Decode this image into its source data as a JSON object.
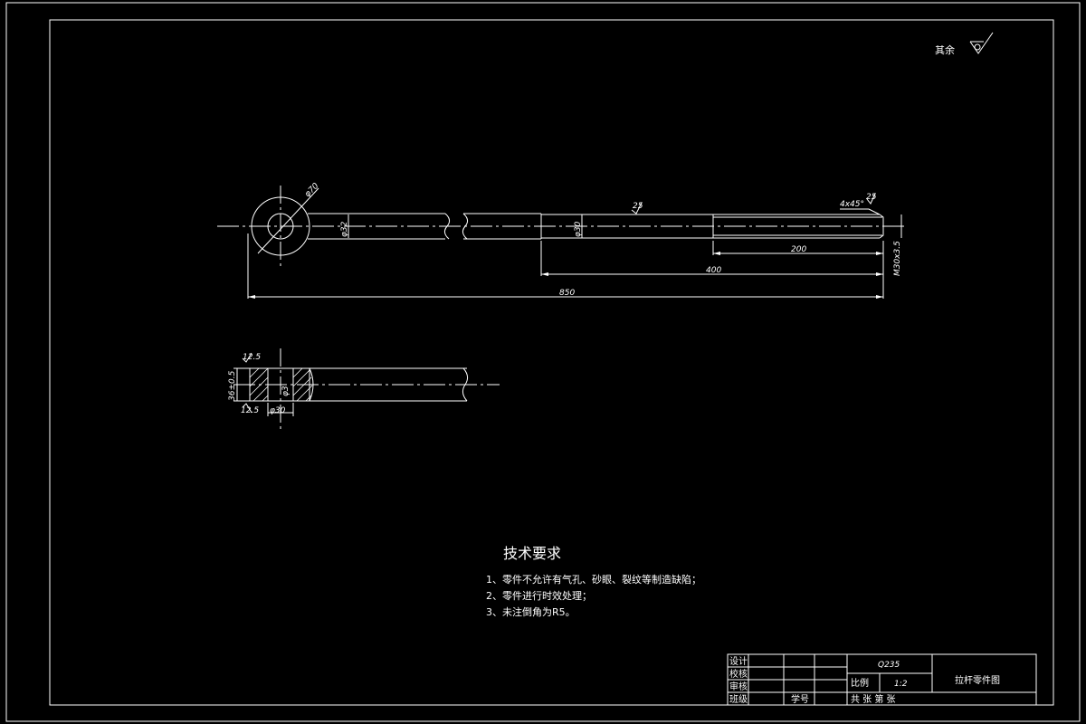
{
  "drawing": {
    "surface_finish_note": "其余",
    "surface_finish_value": "",
    "dimensions": {
      "eye_outer_dia": "φ70",
      "shank_dia": "φ32",
      "body_dia": "φ30",
      "roughness_body": "25",
      "chamfer": "4x45°",
      "roughness_end": "25",
      "thread_length": "200",
      "length_400": "400",
      "overall_length": "850",
      "thread_spec": "M30x3.5",
      "section_roughness_top": "12.5",
      "section_roughness_bottom": "12.5",
      "section_thickness": "36±0.5",
      "section_hole_dia": "φ30",
      "section_gap": "φ3"
    }
  },
  "technical_requirements": {
    "title": "技术要求",
    "items": [
      "1、零件不允许有气孔、砂眼、裂纹等制造缺陷；",
      "2、零件进行时效处理；",
      "3、未注倒角为R5。"
    ]
  },
  "title_block": {
    "design_label": "设计",
    "check_label": "校核",
    "review_label": "审核",
    "class_label": "班级",
    "student_id_label": "学号",
    "material": "Q235",
    "scale_label": "比例",
    "scale_value": "1:2",
    "sheets_label": "共  张   第  张",
    "drawing_name": "拉杆零件图"
  },
  "colors": {
    "background": "#000000",
    "lines": "#ffffff"
  }
}
